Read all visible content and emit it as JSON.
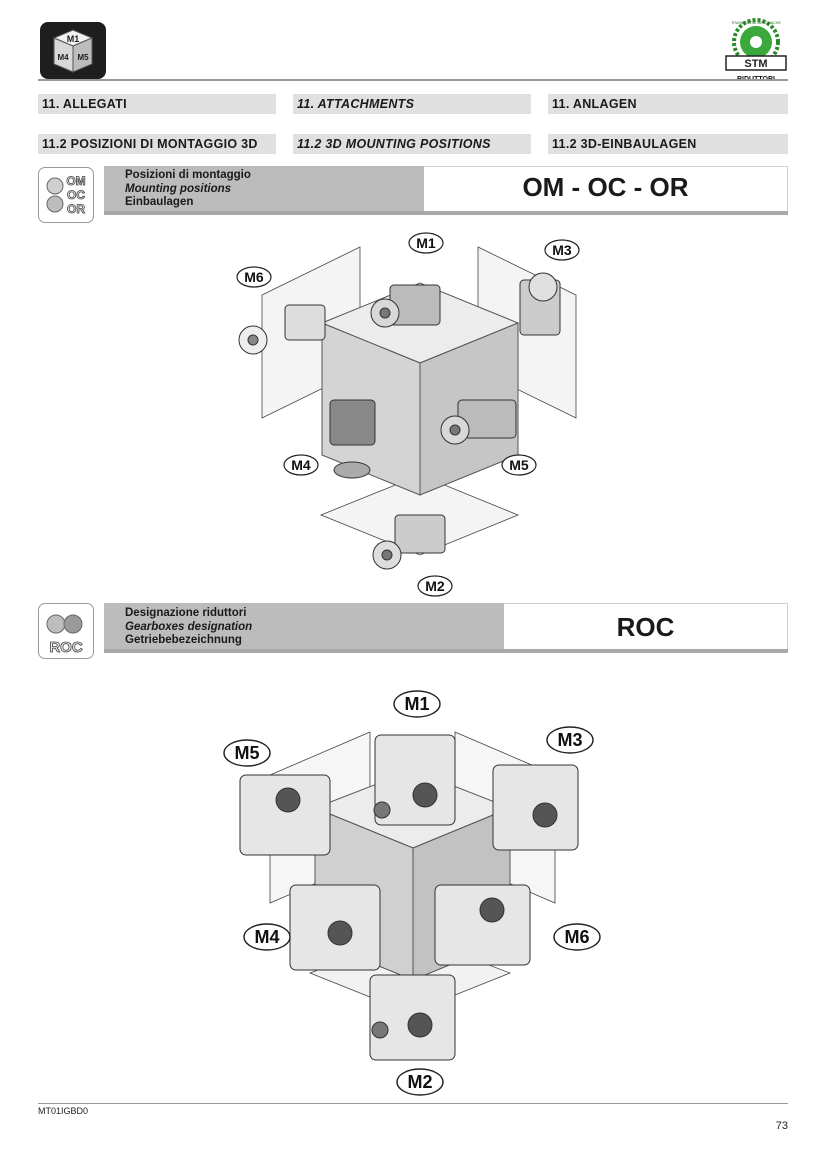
{
  "header": {
    "logo_left_lines": [
      "M1",
      "M4",
      "M5"
    ],
    "logo_right_top": "TRASMISSIONI MECCANICHE",
    "logo_right_brand": "STM",
    "logo_right_sub": "RIDUTTORI",
    "row1": [
      "11. ALLEGATI",
      "11. ATTACHMENTS",
      "11.  ANLAGEN"
    ],
    "row2": [
      "11.2 POSIZIONI DI MONTAGGIO 3D",
      "11.2 3D MOUNTING POSITIONS",
      "11.2 3D-EINBAULAGEN"
    ]
  },
  "section1": {
    "icon_labels": [
      "OM",
      "OC",
      "OR"
    ],
    "lines": [
      "Posizioni di montaggio",
      "Mounting positions",
      "Einbaulagen"
    ],
    "title": "OM - OC - OR",
    "positions": [
      "M1",
      "M2",
      "M3",
      "M4",
      "M5",
      "M6"
    ]
  },
  "section2": {
    "icon_label": "ROC",
    "lines": [
      "Designazione riduttori",
      "Gearboxes designation",
      "Getriebebezeichnung"
    ],
    "title": "ROC",
    "positions": [
      "M1",
      "M2",
      "M3",
      "M4",
      "M5",
      "M6"
    ]
  },
  "footer": {
    "code": "MT01IGBD0",
    "page": "73"
  },
  "colors": {
    "header_band": "#e0e0e0",
    "section_band": "#bcbcbc",
    "cube_front": "#d4d4d4",
    "cube_top": "#ececec",
    "cube_side": "#c6c6c6"
  }
}
